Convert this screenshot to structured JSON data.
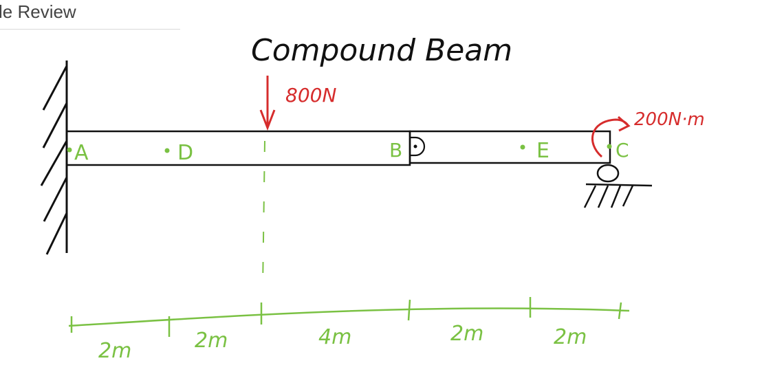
{
  "header": {
    "title": "le Review"
  },
  "diagram": {
    "title": "Compound Beam",
    "load": {
      "label": "800N"
    },
    "moment": {
      "label": "200N·m"
    },
    "points": [
      {
        "id": "A",
        "label": "A"
      },
      {
        "id": "D",
        "label": "D"
      },
      {
        "id": "B",
        "label": "B"
      },
      {
        "id": "E",
        "label": "E"
      },
      {
        "id": "C",
        "label": "C"
      }
    ],
    "dimensions": [
      "2m",
      "2m",
      "4m",
      "2m",
      "2m"
    ]
  },
  "colors": {
    "ink": "#111111",
    "load": "#d62c2c",
    "annotation": "#7ac143",
    "header_text": "#444444"
  }
}
